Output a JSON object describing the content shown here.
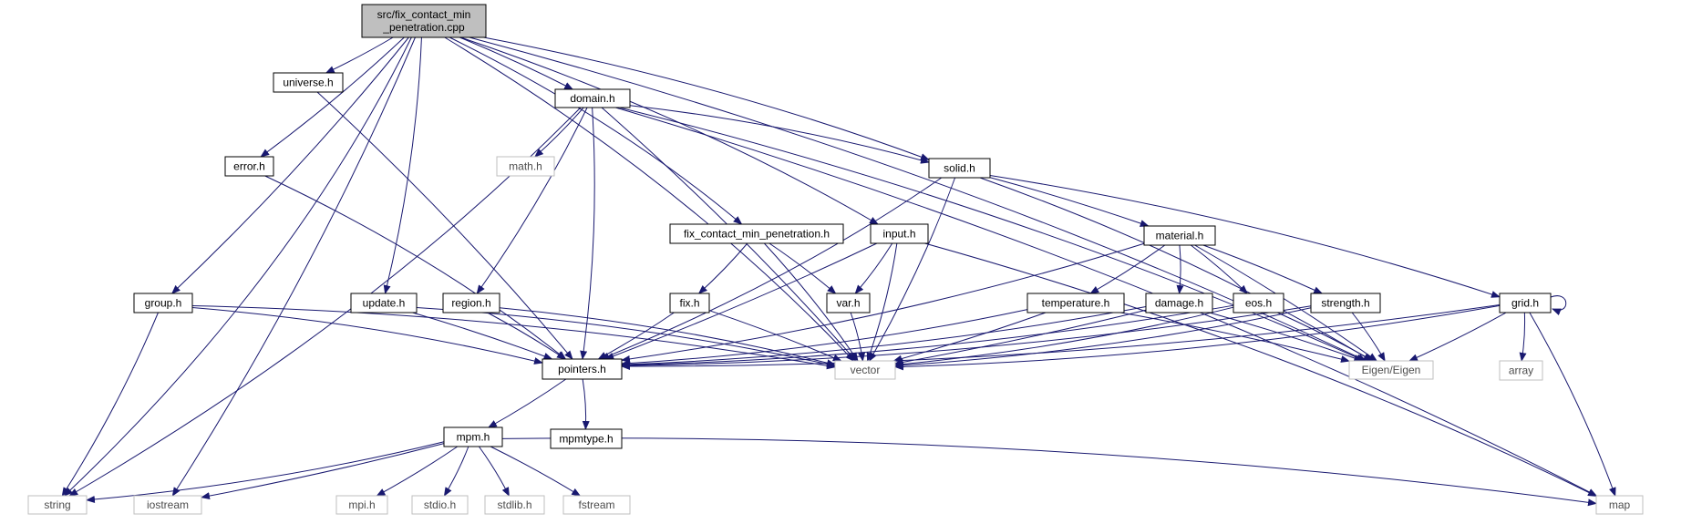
{
  "graph": {
    "nodes": [
      {
        "id": "root",
        "label": "src/fix_contact_min\n_penetration.cpp",
        "kind": "root"
      },
      {
        "id": "universe",
        "label": "universe.h",
        "kind": "internal"
      },
      {
        "id": "domain",
        "label": "domain.h",
        "kind": "internal"
      },
      {
        "id": "error",
        "label": "error.h",
        "kind": "internal"
      },
      {
        "id": "math",
        "label": "math.h",
        "kind": "external"
      },
      {
        "id": "solid",
        "label": "solid.h",
        "kind": "internal"
      },
      {
        "id": "fixcontact",
        "label": "fix_contact_min_penetration.h",
        "kind": "internal"
      },
      {
        "id": "input",
        "label": "input.h",
        "kind": "internal"
      },
      {
        "id": "material",
        "label": "material.h",
        "kind": "internal"
      },
      {
        "id": "group",
        "label": "group.h",
        "kind": "internal"
      },
      {
        "id": "update",
        "label": "update.h",
        "kind": "internal"
      },
      {
        "id": "region",
        "label": "region.h",
        "kind": "internal"
      },
      {
        "id": "fix",
        "label": "fix.h",
        "kind": "internal"
      },
      {
        "id": "var",
        "label": "var.h",
        "kind": "internal"
      },
      {
        "id": "temperature",
        "label": "temperature.h",
        "kind": "internal"
      },
      {
        "id": "damage",
        "label": "damage.h",
        "kind": "internal"
      },
      {
        "id": "eos",
        "label": "eos.h",
        "kind": "internal"
      },
      {
        "id": "strength",
        "label": "strength.h",
        "kind": "internal"
      },
      {
        "id": "grid",
        "label": "grid.h",
        "kind": "internal"
      },
      {
        "id": "pointers",
        "label": "pointers.h",
        "kind": "internal"
      },
      {
        "id": "vector",
        "label": "vector",
        "kind": "external"
      },
      {
        "id": "eigen",
        "label": "Eigen/Eigen",
        "kind": "external"
      },
      {
        "id": "array",
        "label": "array",
        "kind": "external"
      },
      {
        "id": "mpm",
        "label": "mpm.h",
        "kind": "internal"
      },
      {
        "id": "mpmtype",
        "label": "mpmtype.h",
        "kind": "internal"
      },
      {
        "id": "string",
        "label": "string",
        "kind": "external"
      },
      {
        "id": "iostream",
        "label": "iostream",
        "kind": "external"
      },
      {
        "id": "mpi",
        "label": "mpi.h",
        "kind": "external"
      },
      {
        "id": "stdio",
        "label": "stdio.h",
        "kind": "external"
      },
      {
        "id": "stdlib",
        "label": "stdlib.h",
        "kind": "external"
      },
      {
        "id": "fstream",
        "label": "fstream",
        "kind": "external"
      },
      {
        "id": "map",
        "label": "map",
        "kind": "external"
      }
    ],
    "edges": [
      [
        "root",
        "universe"
      ],
      [
        "root",
        "domain"
      ],
      [
        "root",
        "error"
      ],
      [
        "root",
        "group"
      ],
      [
        "root",
        "update"
      ],
      [
        "root",
        "fixcontact"
      ],
      [
        "root",
        "input"
      ],
      [
        "root",
        "solid"
      ],
      [
        "root",
        "vector"
      ],
      [
        "root",
        "eigen"
      ],
      [
        "root",
        "string"
      ],
      [
        "root",
        "iostream"
      ],
      [
        "universe",
        "pointers"
      ],
      [
        "error",
        "pointers"
      ],
      [
        "domain",
        "math"
      ],
      [
        "domain",
        "region"
      ],
      [
        "domain",
        "solid"
      ],
      [
        "domain",
        "pointers"
      ],
      [
        "domain",
        "vector"
      ],
      [
        "domain",
        "string"
      ],
      [
        "domain",
        "map"
      ],
      [
        "domain",
        "eigen"
      ],
      [
        "solid",
        "material"
      ],
      [
        "solid",
        "grid"
      ],
      [
        "solid",
        "pointers"
      ],
      [
        "solid",
        "vector"
      ],
      [
        "solid",
        "eigen"
      ],
      [
        "fixcontact",
        "fix"
      ],
      [
        "fixcontact",
        "var"
      ],
      [
        "fixcontact",
        "vector"
      ],
      [
        "input",
        "var"
      ],
      [
        "input",
        "pointers"
      ],
      [
        "input",
        "vector"
      ],
      [
        "input",
        "map"
      ],
      [
        "material",
        "temperature"
      ],
      [
        "material",
        "damage"
      ],
      [
        "material",
        "eos"
      ],
      [
        "material",
        "strength"
      ],
      [
        "material",
        "pointers"
      ],
      [
        "material",
        "eigen"
      ],
      [
        "group",
        "pointers"
      ],
      [
        "group",
        "vector"
      ],
      [
        "group",
        "string"
      ],
      [
        "update",
        "pointers"
      ],
      [
        "update",
        "vector"
      ],
      [
        "region",
        "pointers"
      ],
      [
        "region",
        "vector"
      ],
      [
        "fix",
        "pointers"
      ],
      [
        "fix",
        "vector"
      ],
      [
        "var",
        "vector"
      ],
      [
        "temperature",
        "pointers"
      ],
      [
        "temperature",
        "vector"
      ],
      [
        "temperature",
        "eigen"
      ],
      [
        "damage",
        "pointers"
      ],
      [
        "damage",
        "vector"
      ],
      [
        "damage",
        "eigen"
      ],
      [
        "eos",
        "pointers"
      ],
      [
        "eos",
        "vector"
      ],
      [
        "eos",
        "eigen"
      ],
      [
        "strength",
        "pointers"
      ],
      [
        "strength",
        "vector"
      ],
      [
        "strength",
        "eigen"
      ],
      [
        "grid",
        "grid"
      ],
      [
        "grid",
        "pointers"
      ],
      [
        "grid",
        "vector"
      ],
      [
        "grid",
        "eigen"
      ],
      [
        "grid",
        "array"
      ],
      [
        "grid",
        "map"
      ],
      [
        "pointers",
        "mpm"
      ],
      [
        "pointers",
        "mpmtype"
      ],
      [
        "mpm",
        "string"
      ],
      [
        "mpm",
        "iostream"
      ],
      [
        "mpm",
        "mpi"
      ],
      [
        "mpm",
        "stdio"
      ],
      [
        "mpm",
        "stdlib"
      ],
      [
        "mpm",
        "fstream"
      ],
      [
        "mpm",
        "map"
      ]
    ]
  },
  "colors": {
    "edge": "#191970",
    "internal_border": "#000000",
    "external_border": "#bfbfbf",
    "root_fill": "#bfbfbf",
    "text_internal": "#000000",
    "text_external": "#4d4d4d"
  }
}
